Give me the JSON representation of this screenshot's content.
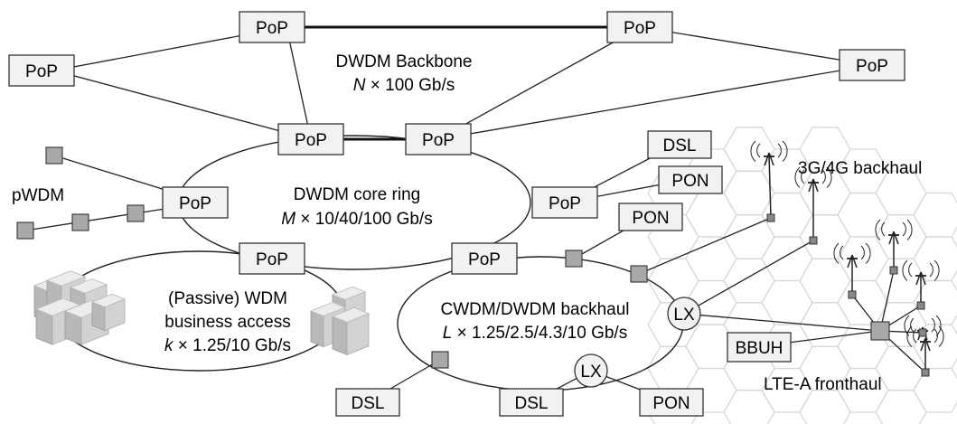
{
  "diagram": {
    "labels": {
      "backbone_title": "DWDM Backbone",
      "backbone_rate_var": "N",
      "backbone_rate": " × 100 Gb/s",
      "core_title": "DWDM core ring",
      "core_rate_var": "M",
      "core_rate": " × 10/40/100 Gb/s",
      "business_line1": "(Passive) WDM",
      "business_line2": "business access",
      "business_rate_var": "k",
      "business_rate": " × 1.25/10 Gb/s",
      "backhaul_title": "CWDM/DWDM backhaul",
      "backhaul_rate_var": "L",
      "backhaul_rate": " × 1.25/2.5/4.3/10 Gb/s",
      "pwdm": "pWDM",
      "mobile_backhaul": "3G/4G backhaul",
      "fronthaul": "LTE-A fronthaul"
    },
    "nodes": {
      "pop": "PoP",
      "dsl": "DSL",
      "pon": "PON",
      "lx": "LX",
      "bbuh": "BBUH"
    }
  }
}
